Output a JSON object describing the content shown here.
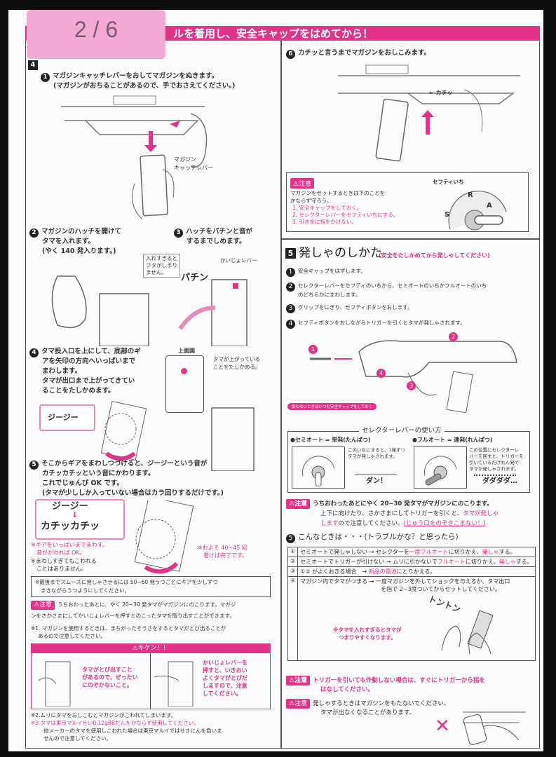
{
  "viewer": {
    "page_indicator": "2 / 6"
  },
  "header": {
    "banner": "ルを着用し、安全キャップをはめてから！",
    "section_number": "4"
  },
  "left": {
    "step1": {
      "num": "1",
      "line1": "マガジンキャッチレバーをおしてマガジンをぬきます。",
      "line2": "(マガジンがおちることがあるので、手でおさえてください。)",
      "label1": "マガジン",
      "label2": "キャッチレバー"
    },
    "step2": {
      "num": "2",
      "line1": "マガジンのハッチを開けて",
      "line2": "タマを入れます。",
      "line3": "(やく 140 発入ります。)"
    },
    "step3": {
      "num": "3",
      "line1": "ハッチをパチンと音が",
      "line2": "するまでしめます。"
    },
    "overfill_note": {
      "line1": "入れすぎると",
      "line2": "フタがしまり",
      "line3": "ません。"
    },
    "release_lever_label": "かいじょレバー",
    "snap_sound": "パチン",
    "step4": {
      "num": "4",
      "line1": "タマ投入口を上にして、底部のギ",
      "line2": "アを矢印の方向へいっぱいまで",
      "line3": "まわします。",
      "line4": "タマが出口まで上がってきてい",
      "line5": "ることをたしかめます。"
    },
    "top_view_label": "上面図",
    "top_view_note": {
      "line1": "タマが上がっている",
      "line2": "ことをたしかめる。"
    },
    "sound_zizi": "ジージー",
    "step5": {
      "num": "5",
      "line1": "そこからギアをまわしつづけると、ジージーという音が",
      "line2": "カチッカチッという音にかわります。",
      "line3": "これでじゅんび OK です。",
      "line4": "(タマが少ししか入っていない場合はカラ回りするだけです。)"
    },
    "sound_box": {
      "before": "ジージー",
      "arrow": "↓",
      "after": "カチッカチッ"
    },
    "gear_note": {
      "line1": "※ギアをいっぱいまでまわす。",
      "line2": "音がかわれば OK。"
    },
    "overwind_note": {
      "line1": "※まわしすぎてもこわれる",
      "line2": "ことはありません。"
    },
    "turns_note": {
      "line1": "※およそ 40~45 回",
      "line2": "巻けば完了です。"
    },
    "smooth_note": {
      "line1": "※最後までスムーズに発しゃさせるには 50~60 発うつごとにギアを少しずつ",
      "line2": "まきながらうつようにしてください。"
    },
    "caution": {
      "badge": "⚠注意",
      "line1": "うちおわったあとに、やく 20~30 発タマがマガジンにのこります。マガジ",
      "line2": "ンをさかさまにしてかいじょレバーを押すとのこったタマを取り出すことができます。"
    },
    "note1": {
      "line1": "※1. マガジンを使用するときは、まちがったそうさをするとタマがとび出ることが",
      "line2": "あるので注意してください。"
    },
    "danger": {
      "title": "⚠キケン！！",
      "panel1": [
        "タマがとび出すこと",
        "があるので、ぜったい",
        "にのぞかないこと。"
      ],
      "panel2": [
        "かいじょレバーを",
        "押すと、いきおい",
        "よくタマがとびだ",
        "しますので、注意",
        "してください。"
      ]
    },
    "note2": "※2.ムリにタマをおしこむとマガジンがこわれてしまいます。",
    "note3": {
      "line1": "※3.タマは東京マルイせい0.12gBBだんをかならず使用してください。",
      "line2": "他メーカーのタマを使用しこわれた場合は東京マルイではせきにんを負いま",
      "line3": "せんので注意してください。"
    }
  },
  "right": {
    "step6": {
      "num": "6",
      "text": "カチッと言うまでマガジンをおしこみます。",
      "click_label": "← カチッ"
    },
    "caution1": {
      "badge": "⚠注意",
      "line1": "マガジンをセットするときは下のことを",
      "line2": "かならず守ろう。",
      "items": [
        "1. 安全キャップをしておく。",
        "2. セレクターレバーをセフティいちにする。",
        "3. 引き金に指をかけない。"
      ],
      "safety_label": "セフティいち",
      "pos_s": "S",
      "pos_r": "R",
      "pos_a": "A"
    },
    "section5": {
      "number": "5",
      "title": "発しゃのしかた",
      "subtitle": "(安全をたしかめてから発しゃしてください)"
    },
    "steps": [
      {
        "num": "1",
        "line1": "安全キャップをはずします。"
      },
      {
        "num": "2",
        "line1": "セレクターレバーをセフティのいちから、セミオートのいちかフルオートのいち",
        "line2": "のどちらかにまわします。"
      },
      {
        "num": "3",
        "line1": "グリップをにぎり、セフティボタンをおします。"
      },
      {
        "num": "4",
        "line1": "セフティボタンをおしながらトリガーを引くとタマが発しゃされます。"
      }
    ],
    "callouts": [
      "1",
      "2",
      "3",
      "4"
    ],
    "cap_pill": "使わないときはいつも安全キャップをしておく",
    "selector": {
      "title": "セレクターレバーの使い方",
      "semi": "●セミオート = 単発(たんぱつ)",
      "full": "●フルオート = 連発(れんぱつ)",
      "semi_desc": [
        "このいちにすると、1発ずつ",
        "タマが発しゃされます。"
      ],
      "full_desc": [
        "この位置にセレクターレ",
        "バーを回すと、トリガーを",
        "引いているだけれん発で",
        "タマが発しゃされます。"
      ],
      "semi_sound": "ダン！",
      "full_sound": "ダダダダ…"
    },
    "caution2": {
      "badge": "⚠注意",
      "line1": "うちおわったあとにやく 20~30 発タマがマガジンにのこります。",
      "line2a": "上下に向けたり、さかさまにしてトリガーを引くと、",
      "line2b": "タマが発しゃ",
      "line3a": "します",
      "line3b": "ので注意してください。",
      "line3c": "(じゅう口をのぞきこまない！)"
    },
    "trouble": {
      "num": "5",
      "title": "こんなときは・・・(トラブルかな？と思ったら)",
      "rows": [
        {
          "no": "①",
          "text": "セミオートで発しゃしない → セレクターを",
          "pink1": "一度フルオート",
          "mid": "に切りかえ、",
          "pink2": "発しゃ",
          "end": "する。"
        },
        {
          "no": "②",
          "text": "セミオートでトリガーが引けない → ムリに引かないで",
          "pink1": "フルオート",
          "mid": "に切りかえ、",
          "pink2": "発しゃ",
          "end": "する。"
        },
        {
          "no": "③",
          "text": "①② がよくおきる場合　→ ",
          "pink1": "新品の電池",
          "mid": "にとりかえる。",
          "pink2": "",
          "end": ""
        },
        {
          "no": "④",
          "text": "マガジン内でタマがつまる → 一度マガジンを外してショックを与えるか、タマ出口",
          "line2": "を指で 2~3度ついてからセットしてください。",
          "sound": "トントン",
          "note": [
            "※タマを入れすぎるとタマが",
            "つまりやすくなります。"
          ]
        }
      ]
    },
    "caution3": {
      "badge": "⚠注意",
      "line1": "トリガーを引いても作動しない場合は、すぐにトリガーから指を",
      "line2": "はなしてください。"
    },
    "caution4": {
      "badge": "⚠注意",
      "line1": "発しゃするときはマガジンをもたないでください。",
      "line2": "タマが出なくなることがあります。",
      "mark": "✕"
    }
  },
  "colors": {
    "accent": "#e0338a",
    "badge": "#f2a9d2",
    "background": "#0d0d0d"
  }
}
